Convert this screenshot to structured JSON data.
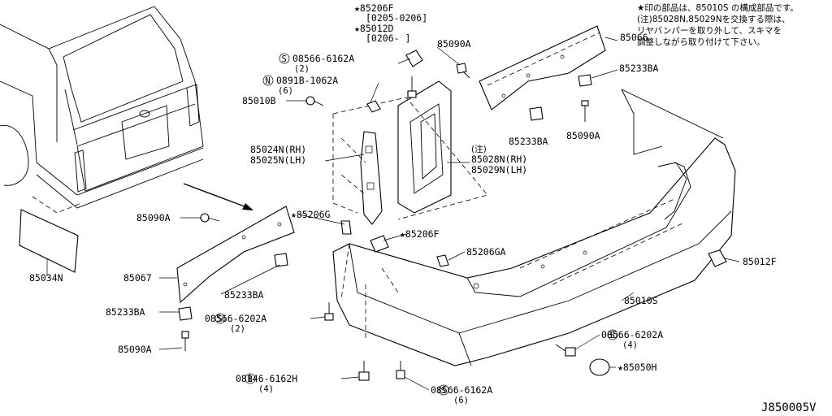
{
  "notes": [
    "★印の部品は、85010S の構成部品です。",
    "(注)85028N,85029Nを交換する際は、",
    "リヤバンパーを取り外して、スキマを",
    "調整しながら取り付けて下さい。"
  ],
  "diagram_code": "J850005V",
  "labels": [
    {
      "id": "l85206F",
      "text": "★85206F"
    },
    {
      "id": "l0205",
      "text": "[0205-0206]"
    },
    {
      "id": "l85012D",
      "text": "★85012D"
    },
    {
      "id": "l0206",
      "text": "[0206-    ]"
    },
    {
      "id": "l08566a",
      "text": "08566-6162A"
    },
    {
      "id": "l08566a_q",
      "text": "(2)"
    },
    {
      "id": "l85090A_1",
      "text": "85090A"
    },
    {
      "id": "l85066",
      "text": "85066"
    },
    {
      "id": "l85233BA_1",
      "text": "85233BA"
    },
    {
      "id": "l0891B",
      "text": "0891B-1062A"
    },
    {
      "id": "l0891B_q",
      "text": "(6)"
    },
    {
      "id": "l85010B",
      "text": "85010B"
    },
    {
      "id": "l85233BA_2",
      "text": "85233BA"
    },
    {
      "id": "l85090A_2",
      "text": "85090A"
    },
    {
      "id": "l85024N",
      "text": "85024N(RH)"
    },
    {
      "id": "l85025N",
      "text": "85025N(LH)"
    },
    {
      "id": "lnote",
      "text": "(注)"
    },
    {
      "id": "l85028N",
      "text": "85028N(RH)"
    },
    {
      "id": "l85029N",
      "text": "85029N(LH)"
    },
    {
      "id": "l85090A_3",
      "text": "85090A"
    },
    {
      "id": "l85206G",
      "text": "★85206G"
    },
    {
      "id": "l85206F_2",
      "text": "★85206F"
    },
    {
      "id": "l85206GA",
      "text": "85206GA"
    },
    {
      "id": "l85012F",
      "text": "85012F"
    },
    {
      "id": "l85067",
      "text": "85067"
    },
    {
      "id": "l85233BA_3",
      "text": "85233BA"
    },
    {
      "id": "l85010S",
      "text": "85010S"
    },
    {
      "id": "l85233BA_4",
      "text": "85233BA"
    },
    {
      "id": "l08566b",
      "text": "08566-6202A"
    },
    {
      "id": "l08566b_q",
      "text": "(2)"
    },
    {
      "id": "l85090A_4",
      "text": "85090A"
    },
    {
      "id": "l85034N",
      "text": "85034N"
    },
    {
      "id": "l08566c",
      "text": "08566-6202A"
    },
    {
      "id": "l08566c_q",
      "text": "(4)"
    },
    {
      "id": "l85050H",
      "text": "★85050H"
    },
    {
      "id": "l08146",
      "text": "08146-6162H"
    },
    {
      "id": "l08146_q",
      "text": "(4)"
    },
    {
      "id": "l08566d",
      "text": "08566-6162A"
    },
    {
      "id": "l08566d_q",
      "text": "(6)"
    }
  ]
}
